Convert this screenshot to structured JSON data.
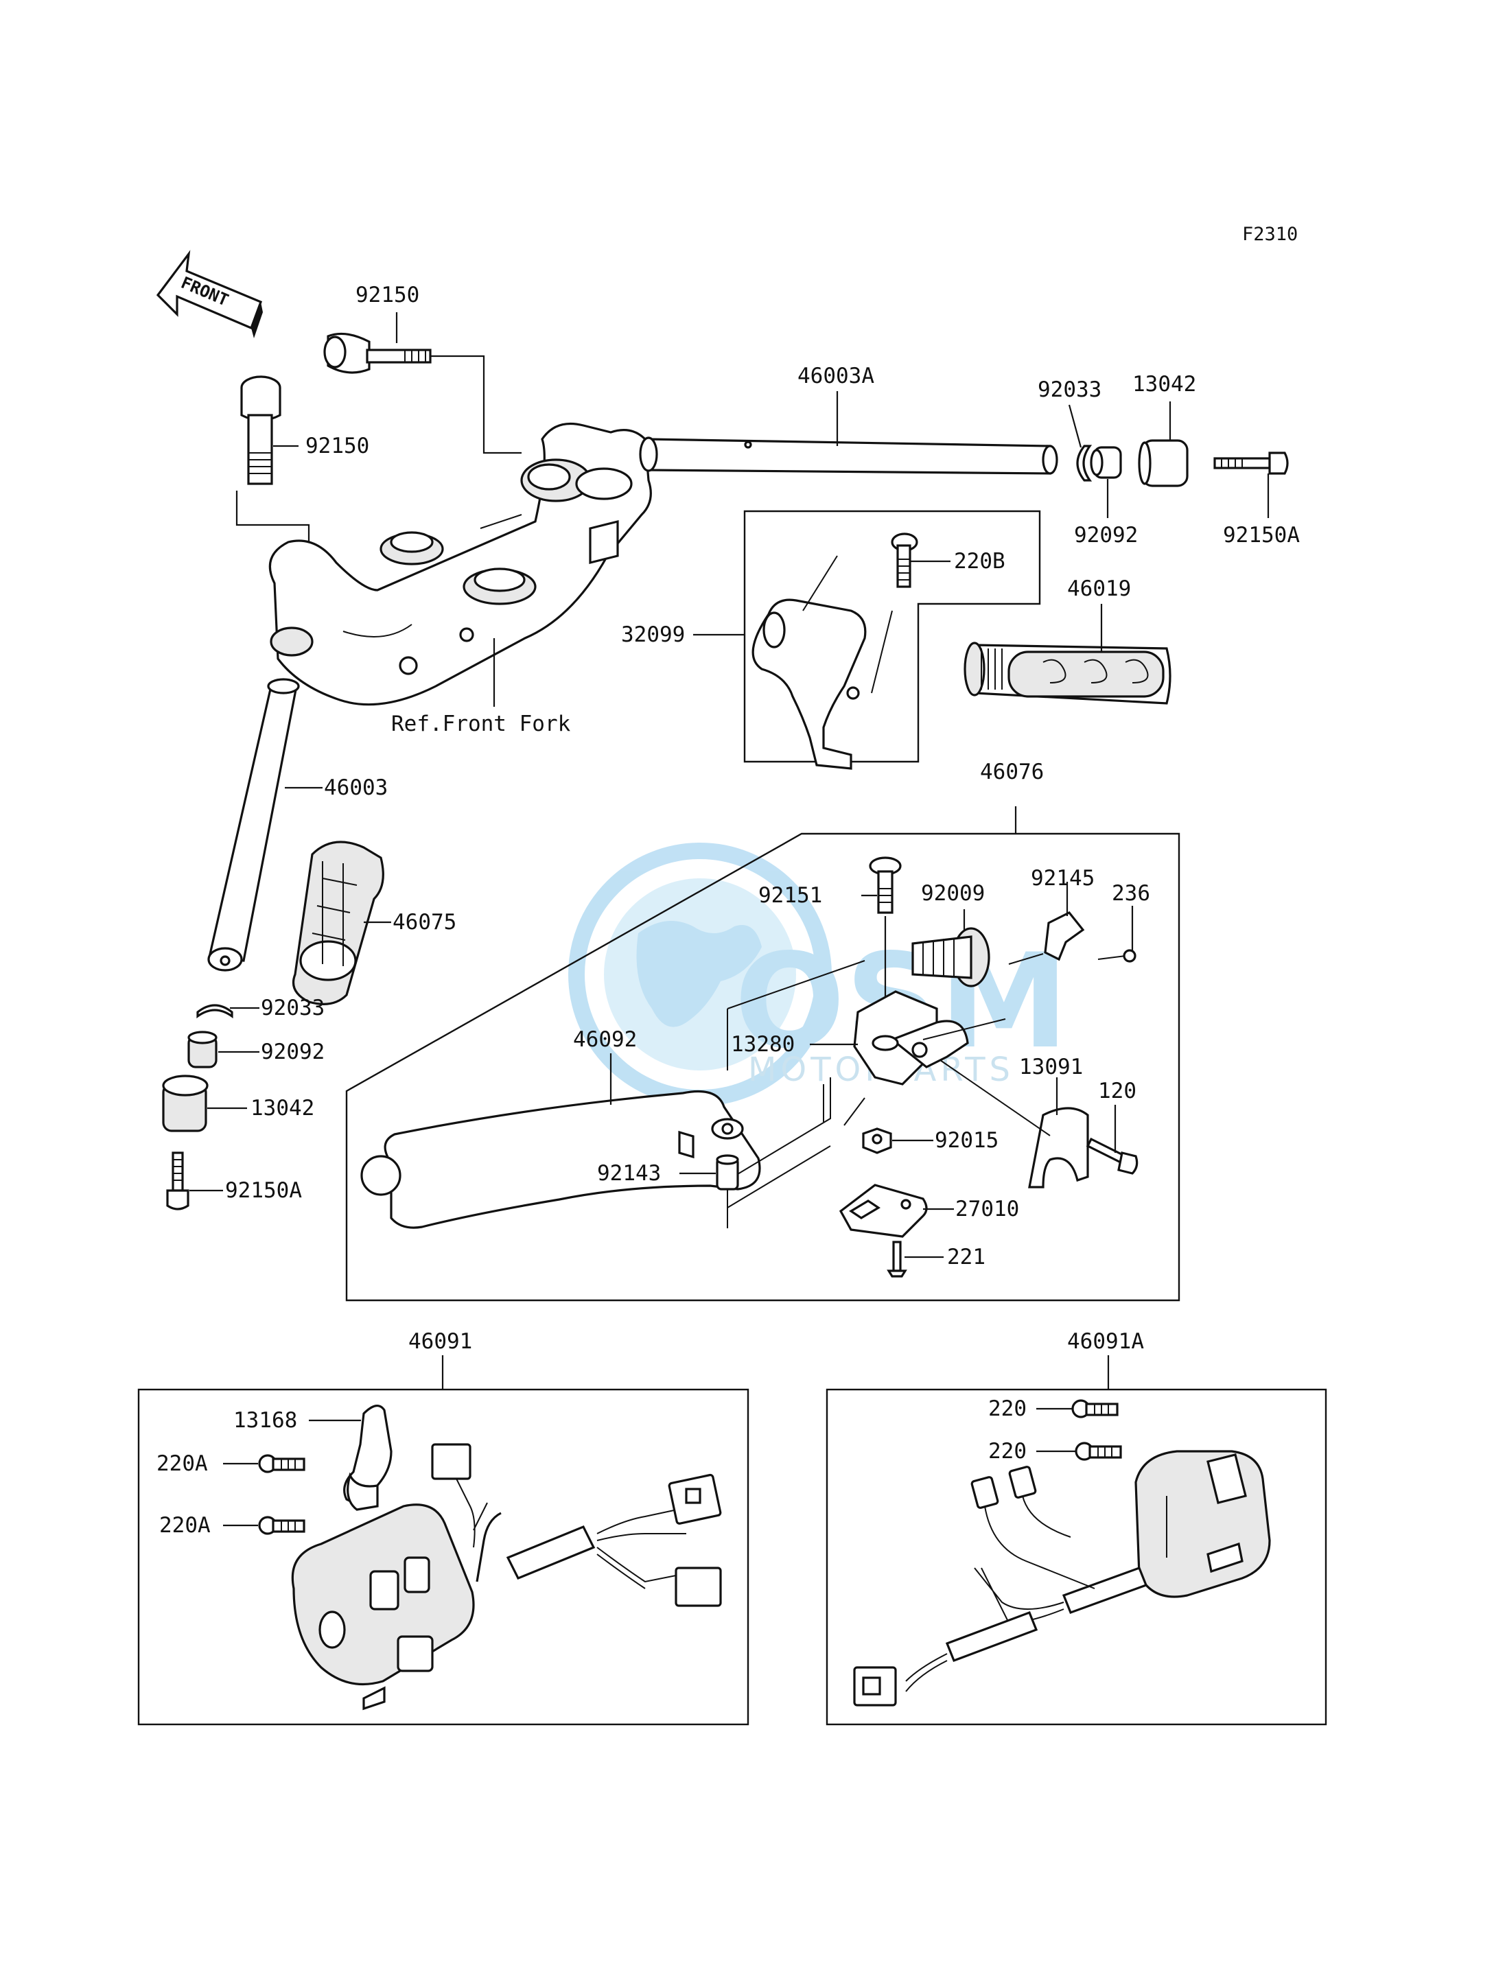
{
  "diagram_code": "F2310",
  "front_arrow_text": "FRONT",
  "watermark": {
    "brand": "OSM",
    "subtitle": "MOTORPARTS",
    "color": "#8ec9ec"
  },
  "labels": {
    "p92150_top": "92150",
    "p92150_left": "92150",
    "p46003A": "46003A",
    "p92033_right": "92033",
    "p13042_right": "13042",
    "p92092_right": "92092",
    "p92150A_right": "92150A",
    "p220B": "220B",
    "p32099": "32099",
    "p46019": "46019",
    "ref_front_fork": "Ref.Front Fork",
    "p46076": "46076",
    "p46003": "46003",
    "p46075": "46075",
    "p92033_left": "92033",
    "p92092_left": "92092",
    "p13042_left": "13042",
    "p92150A_left": "92150A",
    "p92151": "92151",
    "p92009": "92009",
    "p92145": "92145",
    "p236": "236",
    "p46092": "46092",
    "p13280": "13280",
    "p13091": "13091",
    "p120": "120",
    "p92015": "92015",
    "p92143": "92143",
    "p27010": "27010",
    "p221": "221",
    "p46091": "46091",
    "p46091A": "46091A",
    "p13168": "13168",
    "p220A_1": "220A",
    "p220A_2": "220A",
    "p220_1": "220",
    "p220_2": "220"
  }
}
